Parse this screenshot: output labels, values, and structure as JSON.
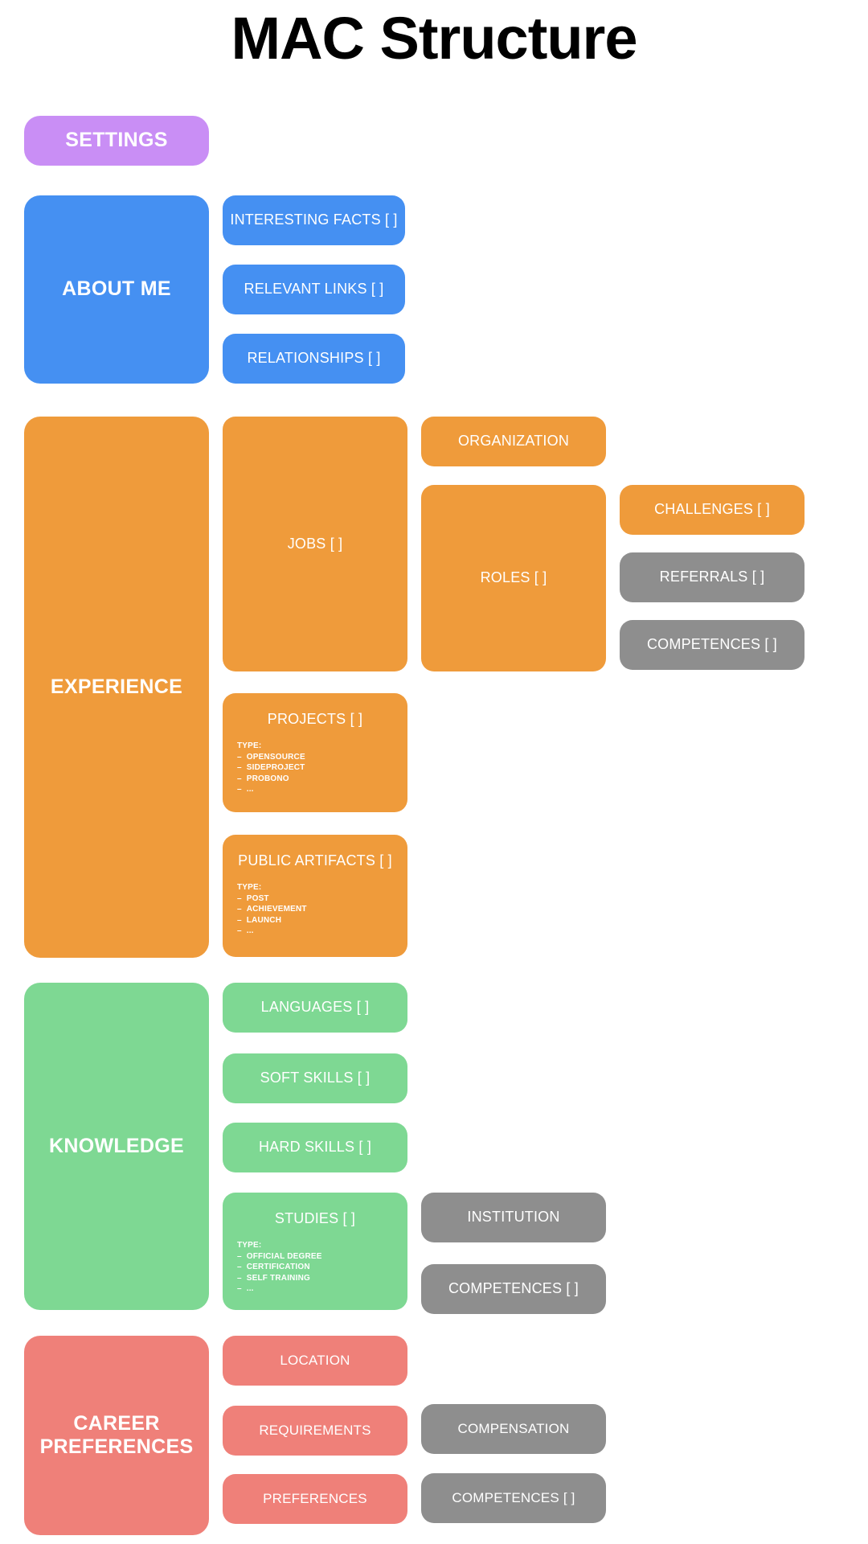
{
  "page": {
    "title": "MAC Structure",
    "background": "#ffffff"
  },
  "colors": {
    "purple": "#c98ef5",
    "blue": "#4590f2",
    "orange": "#ef9b3b",
    "green": "#7ed893",
    "red": "#ef8079",
    "gray": "#8e8e8e",
    "text": "#ffffff",
    "title_text": "#000000"
  },
  "settings": {
    "label": "SETTINGS"
  },
  "about_me": {
    "label": "ABOUT ME",
    "children": [
      {
        "label": "INTERESTING FACTS [ ]"
      },
      {
        "label": "RELEVANT LINKS [ ]"
      },
      {
        "label": "RELATIONSHIPS [ ]"
      }
    ]
  },
  "experience": {
    "label": "EXPERIENCE",
    "jobs": {
      "label": "JOBS [ ]"
    },
    "organization": {
      "label": "ORGANIZATION"
    },
    "roles": {
      "label": "ROLES [ ]"
    },
    "challenges": {
      "label": "CHALLENGES [ ]"
    },
    "referrals": {
      "label": "REFERRALS [ ]"
    },
    "competences": {
      "label": "COMPETENCES [ ]"
    },
    "projects": {
      "label": "PROJECTS [ ]",
      "type_heading": "TYPE:",
      "types": [
        "OPENSOURCE",
        "SIDEPROJECT",
        "PROBONO",
        "..."
      ]
    },
    "public_artifacts": {
      "label": "PUBLIC ARTIFACTS [ ]",
      "type_heading": "TYPE:",
      "types": [
        "POST",
        "ACHIEVEMENT",
        "LAUNCH",
        "..."
      ]
    }
  },
  "knowledge": {
    "label": "KNOWLEDGE",
    "languages": {
      "label": "LANGUAGES [ ]"
    },
    "soft_skills": {
      "label": "SOFT SKILLS [ ]"
    },
    "hard_skills": {
      "label": "HARD SKILLS [ ]"
    },
    "studies": {
      "label": "STUDIES [ ]",
      "type_heading": "TYPE:",
      "types": [
        "OFFICIAL DEGREE",
        "CERTIFICATION",
        "SELF TRAINING",
        "..."
      ]
    },
    "institution": {
      "label": "INSTITUTION"
    },
    "competences": {
      "label": "COMPETENCES [ ]"
    }
  },
  "career_preferences": {
    "label": "CAREER\nPREFERENCES",
    "label_line1": "CAREER",
    "label_line2": "PREFERENCES",
    "location": {
      "label": "LOCATION"
    },
    "requirements": {
      "label": "REQUIREMENTS"
    },
    "preferences": {
      "label": "PREFERENCES"
    },
    "compensation": {
      "label": "COMPENSATION"
    },
    "competences": {
      "label": "COMPETENCES [ ]"
    }
  }
}
